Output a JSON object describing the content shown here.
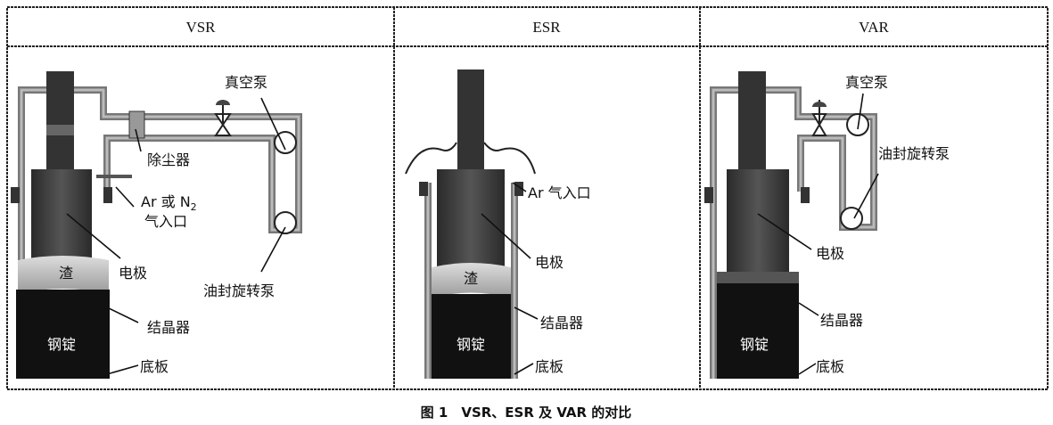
{
  "panels": {
    "vsr": {
      "title": "VSR",
      "labels": {
        "vacuum_pump": "真空泵",
        "dust_remover": "除尘器",
        "gas_inlet_1": "Ar 或 N",
        "gas_inlet_sub": "2",
        "gas_inlet_2": "气入口",
        "electrode": "电极",
        "rotary_pump": "油封旋转泵",
        "slag": "渣",
        "crystallizer": "结晶器",
        "ingot": "钢锭",
        "base_plate": "底板"
      }
    },
    "esr": {
      "title": "ESR",
      "labels": {
        "gas_inlet": "Ar 气入口",
        "electrode": "电极",
        "slag": "渣",
        "crystallizer": "结晶器",
        "ingot": "钢锭",
        "base_plate": "底板"
      }
    },
    "var": {
      "title": "VAR",
      "labels": {
        "vacuum_pump": "真空泵",
        "rotary_pump": "油封旋转泵",
        "electrode": "电极",
        "crystallizer": "结晶器",
        "ingot": "钢锭",
        "base_plate": "底板"
      }
    }
  },
  "caption": "图 1　VSR、ESR 及 VAR 的对比"
}
